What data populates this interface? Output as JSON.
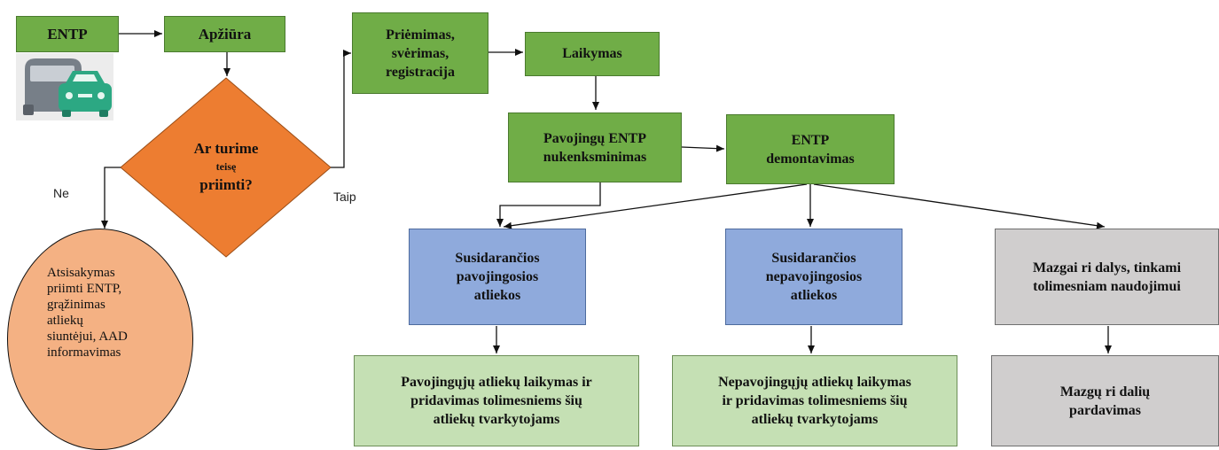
{
  "nodes": {
    "entp": "ENTP",
    "apziura": "Apžiūra",
    "priemimas": "Priėmimas,\nsvėrimas,\nregistracija",
    "laikymas": "Laikymas",
    "pavojingu_nukenksminimas": "Pavojingų ENTP\nnukenksminimas",
    "entp_demontavimas": "ENTP\ndemontavimas",
    "decision": {
      "line1": "Ar turime",
      "line2": "teisę",
      "line3": "priimti?"
    },
    "atsisakymas": "Atsisakymas\npriimti ENTP,\ngrąžinimas\natliekų\nsiuntėjui, AAD\ninformavimas",
    "pavojingosios": "Susidarančios\npavojingosios\natliekos",
    "nepavojingosios": "Susidarančios\nnepavojingosios\natliekos",
    "mazgai": "Mazgai ri dalys, tinkami\ntolimesniam naudojimui",
    "pavojingu_laikymas": "Pavojingųjų atliekų laikymas ir\npridavimas tolimesniems šių\natliekų tvarkytojams",
    "nepavojingu_laikymas": "Nepavojingųjų atliekų laikymas\nir pridavimas tolimesniems šių\natliekų tvarkytojams",
    "mazgu_pardavimas": "Mazgų ri dalių\npardavimas"
  },
  "edge_labels": {
    "no": "Ne",
    "yes": "Taip"
  },
  "icon": "vehicles-icon",
  "colors": {
    "process_green": "#70ad47",
    "decision_orange": "#ed7d31",
    "reject_peach": "#f4b183",
    "waste_blue": "#8faadc",
    "parts_grey": "#d0cece",
    "storage_lightgreen": "#c5e0b4"
  }
}
